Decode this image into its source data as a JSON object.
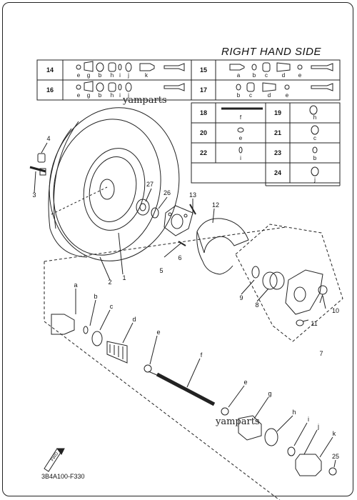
{
  "header": {
    "title": "RIGHT HAND SIDE"
  },
  "watermarks": [
    "yamparts",
    "yamparts"
  ],
  "diagram_code": "3B4A100-F330",
  "fwd_label": "FWD",
  "table": {
    "r14": {
      "num": "14",
      "letters": [
        "e",
        "g",
        "b",
        "h",
        "i",
        "j",
        "k"
      ]
    },
    "r15": {
      "num": "15",
      "letters": [
        "a",
        "b",
        "c",
        "d",
        "e"
      ]
    },
    "r16": {
      "num": "16",
      "letters": [
        "e",
        "g",
        "b",
        "h",
        "i",
        "j"
      ]
    },
    "r17": {
      "num": "17",
      "letters": [
        "b",
        "c",
        "d",
        "e"
      ]
    },
    "r18": {
      "num": "18",
      "letter": "f"
    },
    "r19": {
      "num": "19",
      "letter": "h"
    },
    "r20": {
      "num": "20",
      "letter": "e"
    },
    "r21": {
      "num": "21",
      "letter": "c"
    },
    "r22": {
      "num": "22",
      "letter": "i"
    },
    "r23": {
      "num": "23",
      "letter": "b"
    },
    "r24": {
      "num": "24",
      "letter": "j"
    }
  },
  "callouts": {
    "c1": "1",
    "c2": "2",
    "c3": "3",
    "c4": "4",
    "c5": "5",
    "c6": "6",
    "c7": "7",
    "c8": "8",
    "c9": "9",
    "c10": "10",
    "c11": "11",
    "c12": "12",
    "c13": "13",
    "c25": "25",
    "c26": "26",
    "c27": "27",
    "la": "a",
    "lb": "b",
    "lc": "c",
    "ld": "d",
    "le": "e",
    "lf": "f",
    "lg": "g",
    "lh": "h",
    "li": "i",
    "lj": "j",
    "lk": "k",
    "le2": "e"
  }
}
